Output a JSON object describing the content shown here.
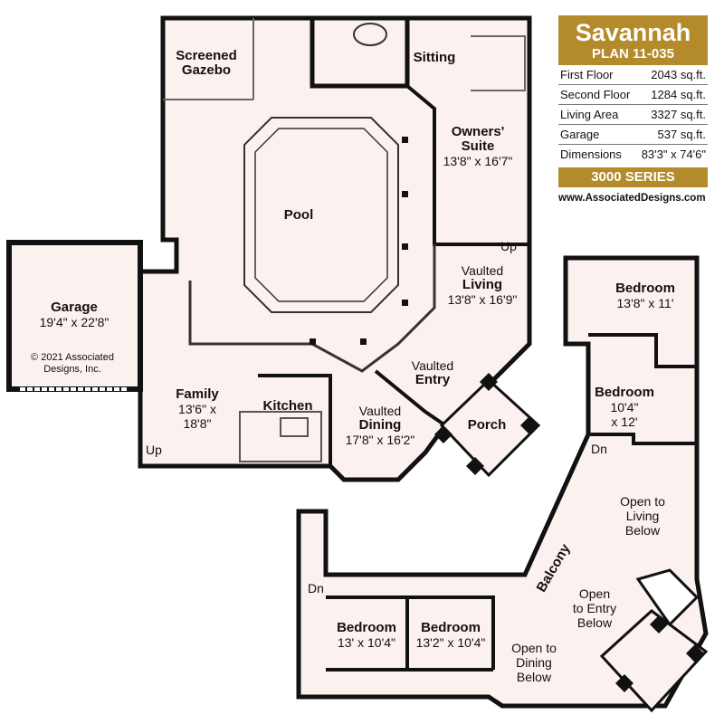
{
  "info": {
    "title": "Savannah",
    "plan": "PLAN 11-035",
    "rows": [
      {
        "label": "First Floor",
        "value": "2043 sq.ft."
      },
      {
        "label": "Second Floor",
        "value": "1284 sq.ft."
      },
      {
        "label": "Living Area",
        "value": "3327 sq.ft."
      },
      {
        "label": "Garage",
        "value": "537 sq.ft."
      },
      {
        "label": "Dimensions",
        "value": "83'3\" x 74'6\""
      }
    ],
    "series": "3000 SERIES",
    "url": "www.AssociatedDesigns.com"
  },
  "colors": {
    "gold": "#B38B2B",
    "floor": "#FBF1EF",
    "wall": "#111111"
  },
  "rooms": {
    "gazebo": {
      "name": "Screened",
      "name2": "Gazebo"
    },
    "sitting": {
      "name": "Sitting"
    },
    "owners": {
      "name": "Owners'",
      "name2": "Suite",
      "dim": "13'8\" x 16'7\""
    },
    "pool": {
      "name": "Pool"
    },
    "garage": {
      "name": "Garage",
      "dim": "19'4\" x 22'8\""
    },
    "copyright": {
      "line1": "© 2021 Associated",
      "line2": "Designs, Inc."
    },
    "living": {
      "name": "Vaulted",
      "name2": "Living",
      "dim": "13'8\" x 16'9\""
    },
    "up1": "Up",
    "up2": "Up",
    "entry": {
      "name": "Vaulted",
      "name2": "Entry"
    },
    "porch": {
      "name": "Porch"
    },
    "family": {
      "name": "Family",
      "dim": "13'6\" x",
      "dim2": "18'8\""
    },
    "kitchen": {
      "name": "Kitchen"
    },
    "dining": {
      "name": "Vaulted",
      "name2": "Dining",
      "dim": "17'8\" x 16'2\""
    },
    "bed1": {
      "name": "Bedroom",
      "dim": "13'8\" x 11'"
    },
    "bed2": {
      "name": "Bedroom",
      "dim": "10'4\"",
      "dim2": "x 12'"
    },
    "dn1": "Dn",
    "dn2": "Dn",
    "open_living": {
      "l1": "Open to",
      "l2": "Living",
      "l3": "Below"
    },
    "balcony": {
      "name": "Balcony"
    },
    "open_entry": {
      "l1": "Open",
      "l2": "to Entry",
      "l3": "Below"
    },
    "open_dining": {
      "l1": "Open to",
      "l2": "Dining",
      "l3": "Below"
    },
    "bed3": {
      "name": "Bedroom",
      "dim": "13' x 10'4\""
    },
    "bed4": {
      "name": "Bedroom",
      "dim": "13'2\" x 10'4\""
    }
  }
}
